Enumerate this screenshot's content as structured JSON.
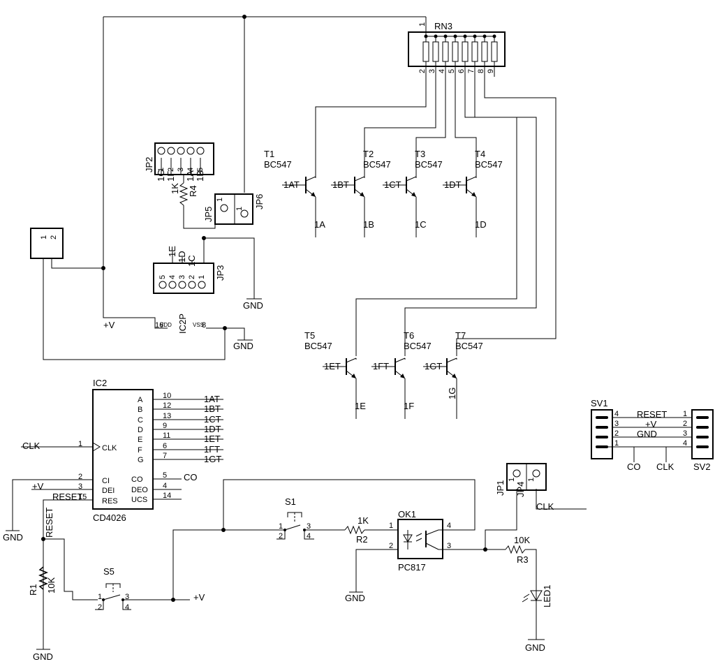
{
  "supply": {
    "vcc": "+V",
    "gnd": "GND"
  },
  "ic2": {
    "ref": "IC2",
    "part": "CD4026",
    "power_ref": "IC2P",
    "power_pins": {
      "vdd": "VDD",
      "vdd_num": "16",
      "vss": "VSS",
      "vss_num": "8"
    },
    "left_pins": [
      {
        "num": "1",
        "name": "CLK",
        "net": "CLK"
      },
      {
        "num": "2",
        "name": "CI",
        "net": "GND"
      },
      {
        "num": "3",
        "name": "DEI",
        "net": "+V"
      },
      {
        "num": "15",
        "name": "RES",
        "net": "RESET"
      }
    ],
    "right_pins": [
      {
        "num": "10",
        "name": "A",
        "net": "1AT"
      },
      {
        "num": "12",
        "name": "B",
        "net": "1BT"
      },
      {
        "num": "13",
        "name": "C",
        "net": "1CT"
      },
      {
        "num": "9",
        "name": "D",
        "net": "1DT"
      },
      {
        "num": "11",
        "name": "E",
        "net": "1ET"
      },
      {
        "num": "6",
        "name": "F",
        "net": "1FT"
      },
      {
        "num": "7",
        "name": "G",
        "net": "1GT"
      }
    ],
    "right_pins_lower": [
      {
        "num": "5",
        "name": "CO",
        "net": "CO"
      },
      {
        "num": "4",
        "name": "DEO",
        "net": ""
      },
      {
        "num": "14",
        "name": "UCS",
        "net": ""
      }
    ]
  },
  "rn3": {
    "ref": "RN3",
    "pins": [
      "1",
      "2",
      "3",
      "4",
      "5",
      "6",
      "7",
      "8",
      "9"
    ]
  },
  "transistors": [
    {
      "ref": "T1",
      "part": "BC547",
      "base": "1AT",
      "emitter": "1A",
      "ref_pos": "left"
    },
    {
      "ref": "T2",
      "part": "BC547",
      "base": "1BT",
      "emitter": "1B"
    },
    {
      "ref": "T3",
      "part": "BC547",
      "base": "1CT",
      "emitter": "1C"
    },
    {
      "ref": "T4",
      "part": "BC547",
      "base": "1DT",
      "emitter": "1D"
    },
    {
      "ref": "T5",
      "part": "BC547",
      "base": "1ET",
      "emitter": "1E",
      "ref_pos": "left"
    },
    {
      "ref": "T6",
      "part": "BC547",
      "base": "1FT",
      "emitter": "1F"
    },
    {
      "ref": "T7",
      "part": "BC547",
      "base": "1GT",
      "emitter": "1G"
    }
  ],
  "jp2": {
    "ref": "JP2",
    "pins": [
      "1",
      "2",
      "3",
      "4",
      "5"
    ],
    "labels": [
      "1G",
      "1F",
      "",
      "1A",
      "1B"
    ],
    "resistor": {
      "ref": "R4",
      "value": "1K"
    }
  },
  "jp3": {
    "ref": "JP3",
    "pins": [
      "5",
      "4",
      "3",
      "2",
      "1"
    ],
    "labels": [
      "1E",
      "1D",
      "1C"
    ]
  },
  "jp5": {
    "ref": "JP5",
    "pin": "1"
  },
  "jp6": {
    "ref": "JP6",
    "pin": "1"
  },
  "jp1": {
    "ref": "JP1",
    "pin": "1"
  },
  "jp4": {
    "ref": "JP4",
    "pin": "1"
  },
  "power_conn": {
    "pins": [
      "1",
      "2"
    ]
  },
  "sv1": {
    "ref": "SV1",
    "pins": [
      "4",
      "3",
      "2",
      "1"
    ],
    "nets": [
      "RESET",
      "+V",
      "GND",
      ""
    ],
    "below": "CO"
  },
  "sv2": {
    "ref": "SV2",
    "pins": [
      "1",
      "2",
      "3",
      "4"
    ],
    "below": "CLK"
  },
  "s1": {
    "ref": "S1",
    "pins": [
      "1",
      "2",
      "3",
      "4"
    ]
  },
  "s5": {
    "ref": "S5",
    "pins": [
      "1",
      "2",
      "3",
      "4"
    ]
  },
  "r1": {
    "ref": "R1",
    "value": "10K"
  },
  "r2": {
    "ref": "R2",
    "value": "1K"
  },
  "r3": {
    "ref": "R3",
    "value": "10K"
  },
  "ok1": {
    "ref": "OK1",
    "part": "PC817",
    "pins": [
      "1",
      "2",
      "3",
      "4"
    ]
  },
  "led1": {
    "ref": "LED1"
  },
  "nets": {
    "clk": "CLK",
    "co": "CO",
    "reset": "RESET"
  }
}
